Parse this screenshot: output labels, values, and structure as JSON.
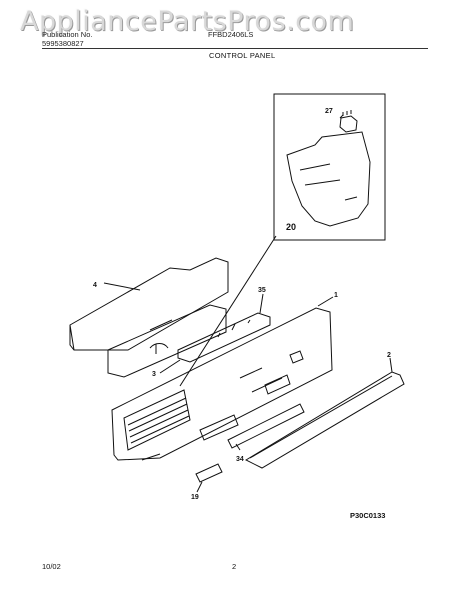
{
  "watermark": "AppliancePartsPros.com",
  "header": {
    "left_line1": "Publication No.",
    "left_line2": "5995380827",
    "mid_line1": "FFBD2406LS",
    "section_title": "CONTROL PANEL"
  },
  "footer": {
    "date": "10/02",
    "page": "2"
  },
  "diagram_code": "P30C0133",
  "callouts": {
    "c27": "27",
    "c20": "20",
    "c4": "4",
    "c35": "35",
    "c1": "1",
    "c3": "3",
    "c2": "2",
    "c34": "34",
    "c19": "19"
  }
}
